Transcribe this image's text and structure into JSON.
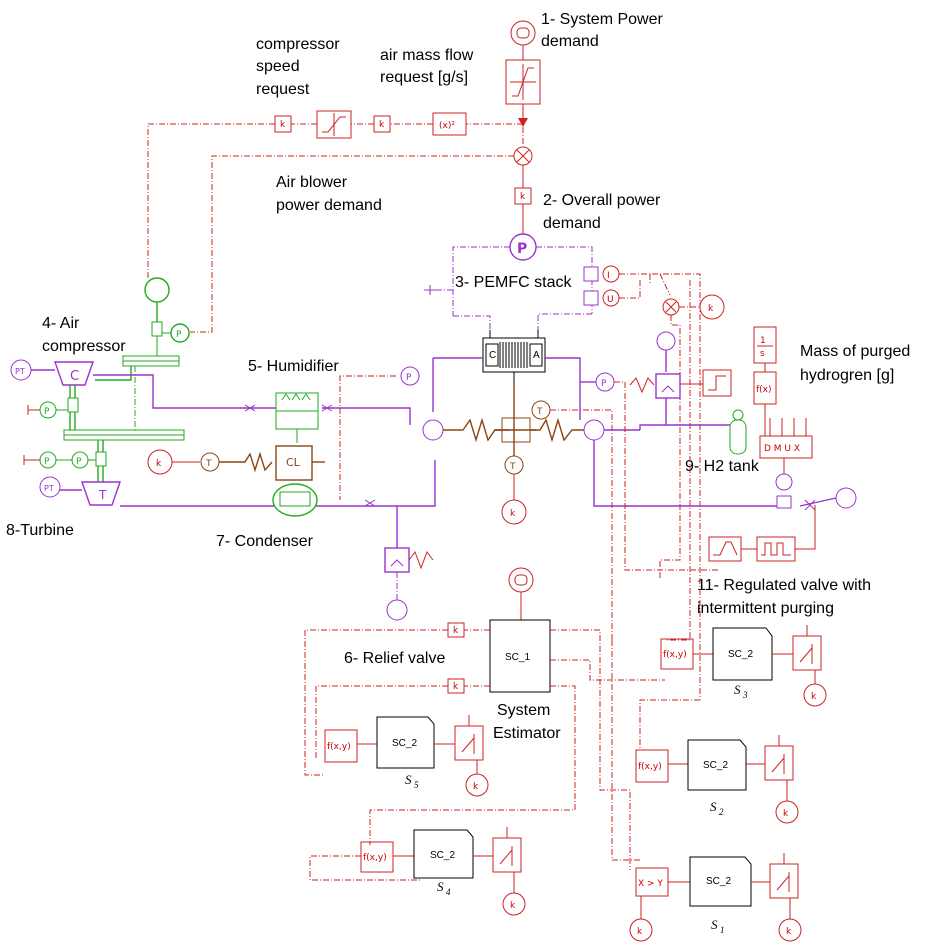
{
  "labels": {
    "system_power_demand": [
      "1- System Power",
      "demand"
    ],
    "compressor_speed_request": [
      "compressor",
      "speed",
      "request"
    ],
    "air_mass_flow_request": [
      "air mass flow",
      "request [g/s]"
    ],
    "air_blower_power_demand": [
      "Air blower",
      "power demand"
    ],
    "overall_power_demand": [
      "2- Overall power",
      "demand"
    ],
    "pemfc_stack": "3- PEMFC stack",
    "air_compressor": [
      "4- Air",
      "compressor"
    ],
    "humidifier": "5- Humidifier",
    "mass_purged_hydrogen": [
      "Mass of purged",
      "hydrogren [g]"
    ],
    "h2_tank": "9- H2 tank",
    "turbine": "8-Turbine",
    "condenser": "7- Condenser",
    "regulated_valve": [
      "11- Regulated valve with",
      "intermittent purging"
    ],
    "relief_valve": "6- Relief valve",
    "system_estimator": [
      "System",
      "Estimator"
    ]
  },
  "blocks": {
    "sc1": "SC_1",
    "sc2": "SC_2",
    "fxy": "f(x,y)",
    "xgty": "X > Y",
    "k": "k",
    "fx": "f(x)"
  },
  "subscripts": {
    "s1": "S",
    "s1n": "1",
    "s2": "S",
    "s2n": "2",
    "s3": "S",
    "s3n": "3",
    "s4": "S",
    "s4n": "4",
    "s5": "S",
    "s5n": "5"
  },
  "colors": {
    "signal": "#cc2222",
    "hydraulic": "#9933cc",
    "mechanical": "#22aa22",
    "thermal": "#8b4513"
  }
}
